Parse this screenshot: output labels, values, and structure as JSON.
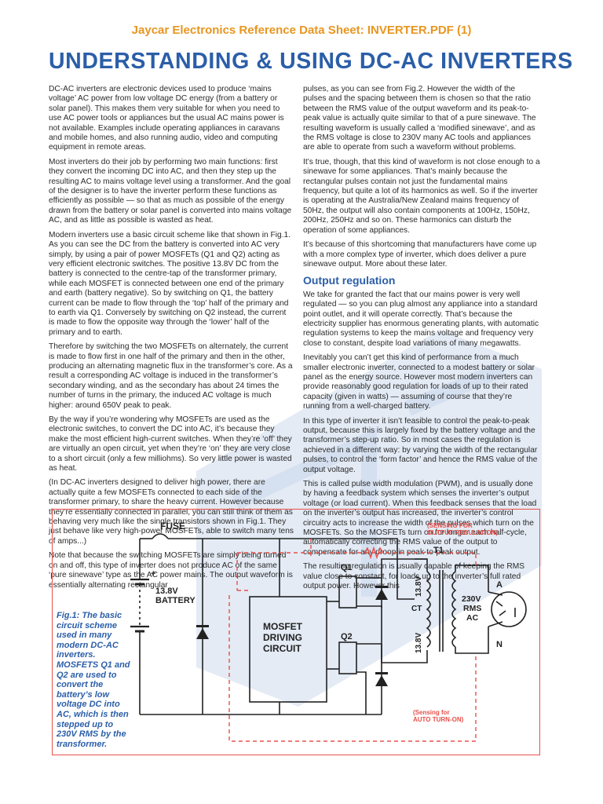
{
  "header": "Jaycar Electronics Reference Data Sheet: INVERTER.PDF (1)",
  "title": "UNDERSTANDING & USING DC-AC INVERTERS",
  "left_column": [
    "DC-AC inverters are electronic devices used to produce ‘mains voltage’ AC power from low voltage DC energy (from a battery or solar panel). This makes them very suitable for when you need to use AC power tools or appliances but the usual AC mains power is not available. Examples include operating appliances in caravans and mobile homes, and also running audio, video and computing equipment in remote areas.",
    "Most inverters do their job by performing two main functions: first they convert the incoming DC into AC, and then they step up the resulting AC to mains voltage level using a transformer. And the goal of the designer is to have the inverter perform these functions as efficiently as possible — so that as much as possible of the energy drawn from the battery or solar panel is converted into mains voltage AC, and as little as possible is wasted as heat.",
    "Modern inverters use a basic circuit scheme like that shown in Fig.1. As you can see the DC from the battery is converted into AC very simply, by using a pair of power MOSFETs (Q1 and Q2) acting as very efficient electronic switches. The positive 13.8V DC from the battery is connected to the centre-tap of the transformer primary, while each MOSFET is connected between one end of the primary and earth (battery negative). So by switching on Q1, the battery current can be made to flow through the ‘top’ half of the primary and to earth via Q1. Conversely by switching on Q2 instead, the current is made to flow the opposite way through the ‘lower’ half of the primary and to earth.",
    "Therefore by switching the two MOSFETs on alternately, the current is made to flow first in one half of the primary and then in the other, producing an alternating magnetic flux in the transformer’s core. As a result a corresponding AC voltage is induced in the transformer’s secondary winding, and as the secondary has about 24 times the number of turns in the primary, the induced AC voltage is much higher: around 650V peak to peak.",
    "By the way if you’re wondering why MOSFETs are used as the electronic switches, to convert the DC into AC, it’s because they make the most efficient high-current switches. When they’re ‘off’ they are virtually an open circuit, yet when they’re ‘on’ they are very close to a short circuit (only a few milliohms). So very little power is wasted as heat.",
    "(In DC-AC inverters designed to deliver high power, there are actually quite a few MOSFETs connected to each side of the transformer primary, to share the heavy current. However because they’re essentially connected in parallel, you can still think of them as behaving very much like the single transistors shown in Fig.1. They just behave like very high-power MOSFETs, able to switch many tens of amps...)",
    "Note that because the switching MOSFETs are simply being turned on and off, this type of inverter does not produce AC of the same ‘pure sinewave’ type as the AC power mains. The output waveform is essentially alternating rectangular"
  ],
  "right_column_top": [
    "pulses, as you can see from Fig.2. However the width of the pulses and the spacing between them is chosen so that the ratio between the RMS value of the output waveform and its peak-to-peak value is actually quite similar to that of a pure sinewave. The resulting waveform is usually called a ‘modified sinewave’, and as the RMS voltage is close to 230V many AC tools and appliances are able to operate from such a waveform without problems.",
    "It’s true, though, that this kind of waveform is not close enough to a sinewave for some appliances. That’s mainly because the rectangular pulses contain not just the fundamental mains frequency, but quite a lot of its harmonics as well. So if the inverter is operating at the Australia/New Zealand mains frequency of 50Hz, the output will also contain components at 100Hz, 150Hz, 200Hz, 250Hz and so on. These harmonics can disturb the operation of some appliances.",
    "It’s because of this shortcoming that manufacturers have come up with a more complex type of inverter, which does deliver a pure sinewave output. More about these later."
  ],
  "section_heading": "Output regulation",
  "right_column_bottom": [
    "We take for granted the fact that our mains power is very well regulated — so you can plug almost any appliance into a standard point outlet, and it will operate correctly. That’s because the electricity supplier has enormous generating plants, with automatic regulation systems to keep the mains voltage and frequency very close to constant, despite load variations of many megawatts.",
    "Inevitably you can’t get this kind of performance from a much smaller electronic inverter, connected to a modest battery or solar panel as the energy source. However most modern inverters can provide reasonably good regulation for loads of up to their rated capacity (given in watts) — assuming of course that they’re running from a well-charged battery.",
    "In this type of inverter it isn’t feasible to control the peak-to-peak output, because this is largely fixed by the battery voltage and the transformer’s step-up ratio. So in most cases the regulation is achieved in a different way: by varying the width of the rectangular pulses, to control the ‘form factor’ and hence the RMS value of the output voltage.",
    "This is called pulse width modulation (PWM), and is usually done by having a feedback system which senses the inverter’s output voltage (or load current). When this feedback senses that the load on the inverter’s output has increased, the inverter’s control circuitry acts to increase the width of the pulses which turn on the MOSFETs. So the MOSFETs turn on for longer each half-cycle, automatically correcting the RMS value of the output to compensate for any droop in peak-to-peak output.",
    "The resulting regulation is usually capable of keeping the RMS value close to constant, for loads up to the inverter’s full rated output power. However this"
  ],
  "figure": {
    "caption": "Fig.1: The basic circuit scheme used in many modern DC-AC inverters. MOSFETS Q1 and Q2 are used to convert the battery’s low voltage DC into AC, which is then stepped up to 230V RMS by the transformer.",
    "fuse_label": "FUSE",
    "battery_plus": "+",
    "battery_label_1": "13.8V",
    "battery_label_2": "BATTERY",
    "driver_line_1": "MOSFET",
    "driver_line_2": "DRIVING",
    "driver_line_3": "CIRCUIT",
    "q1_label": "Q1",
    "q2_label": "Q2",
    "t1_label": "T1",
    "ct_label": "CT",
    "prim_top_label": "13.8V",
    "prim_bot_label": "13.8V",
    "sec_line_1": "230V",
    "sec_line_2": "RMS",
    "sec_line_3": "AC",
    "a_label": "A",
    "n_label": "N",
    "sense_out_1": "(SENSING FOR",
    "sense_out_2": "OUTPUT REGULATION)",
    "sense_auto_1": "(Sensing for",
    "sense_auto_2": "AUTO TURN-ON)"
  },
  "colors": {
    "header": "#e89620",
    "title": "#2b5ea8",
    "figure_border": "#e8504a",
    "sensing": "#e8504a",
    "watermark": "#dfe7f3"
  }
}
